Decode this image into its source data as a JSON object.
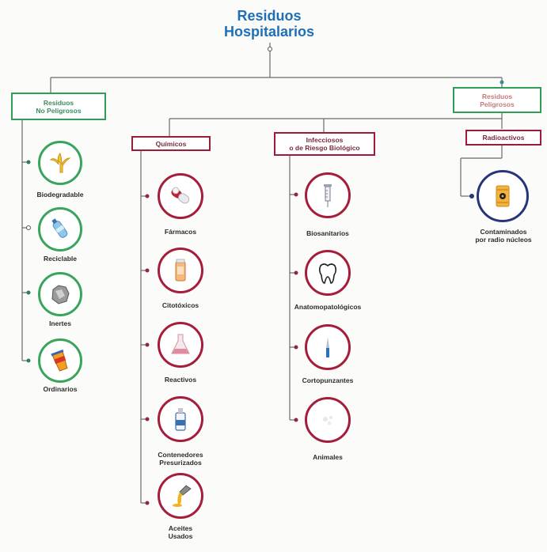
{
  "title": {
    "line1": "Residuos",
    "line2": "Hospitalarios"
  },
  "no_peligrosos": {
    "box": {
      "line1": "Residuos",
      "line2": "No Peligrosos"
    },
    "items": [
      {
        "label": "Biodegradable",
        "icon": "banana-peel-icon"
      },
      {
        "label": "Reciclable",
        "icon": "plastic-bottle-icon"
      },
      {
        "label": "Inertes",
        "icon": "crumpled-paper-icon"
      },
      {
        "label": "Ordinarios",
        "icon": "cup-waste-icon"
      }
    ]
  },
  "peligrosos": {
    "box": {
      "line1": "Residuos",
      "line2": "Peligrosos"
    },
    "quimicos": {
      "box": "Químicos",
      "items": [
        {
          "label": "Fármacos",
          "icon": "pills-icon"
        },
        {
          "label": "Citotóxicos",
          "icon": "medicine-bottle-icon"
        },
        {
          "label": "Reactivos",
          "icon": "flask-icon"
        },
        {
          "label_line1": "Contenedores",
          "label_line2": "Presurizados",
          "icon": "spray-can-icon"
        },
        {
          "label_line1": "Aceites",
          "label_line2": "Usados",
          "icon": "oil-pour-icon"
        }
      ]
    },
    "infecciosos": {
      "box": {
        "line1": "Infecciosos",
        "line2": "o de Riesgo Biológico"
      },
      "items": [
        {
          "label": "Biosanitarios",
          "icon": "syringe-icon"
        },
        {
          "label": "Anatomopatológicos",
          "icon": "tooth-icon"
        },
        {
          "label": "Cortopunzantes",
          "icon": "blade-icon"
        },
        {
          "label": "Animales",
          "icon": "animal-tissue-icon"
        }
      ]
    },
    "radioactivos": {
      "box": "Radioactivos",
      "items": [
        {
          "label_line1": "Contaminados",
          "label_line2": "por radio núcleos",
          "icon": "radioactive-barrel-icon"
        }
      ]
    }
  },
  "colors": {
    "title": "#1f6fb5",
    "green": "#2f9e57",
    "crimson": "#9c1c35",
    "navy": "#28357a",
    "connector": "#6a6a6a"
  }
}
